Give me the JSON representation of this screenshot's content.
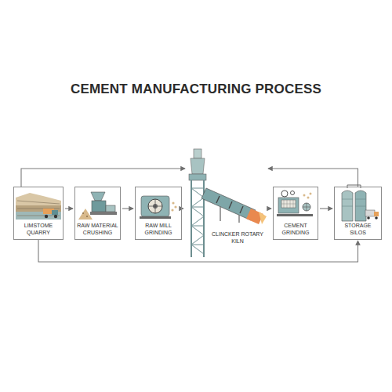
{
  "diagram": {
    "title": "CEMENT MANUFACTURING PROCESS",
    "nodes": [
      {
        "text": [
          "LIMSTOME QUARRY"
        ]
      },
      {
        "text": [
          "RAW MATERIAL CRUSHING"
        ]
      },
      {
        "text": [
          "RAW MILL GRINDING"
        ]
      },
      {
        "text": [
          "CLINCKER ROTARY KILN"
        ]
      },
      {
        "text": [
          "CEMENT GRINDING"
        ]
      },
      {
        "text": [
          "STORAGE SILOS"
        ]
      }
    ],
    "edges": [
      {
        "from": 0,
        "to": 1,
        "arrow": "to"
      },
      {
        "from": 1,
        "to": 2,
        "arrow": "to"
      },
      {
        "from": 2,
        "to": 3,
        "arrow": "to"
      },
      {
        "from": 3,
        "to": 4,
        "arrow": "to"
      },
      {
        "from": 4,
        "to": 5,
        "arrow": "to"
      },
      {
        "from": 0,
        "to": 3,
        "arrow": "to"
      },
      {
        "from": 5,
        "to": 3,
        "arrow": "to"
      },
      {
        "from": 0,
        "to": 5,
        "arrow": "to"
      }
    ]
  }
}
